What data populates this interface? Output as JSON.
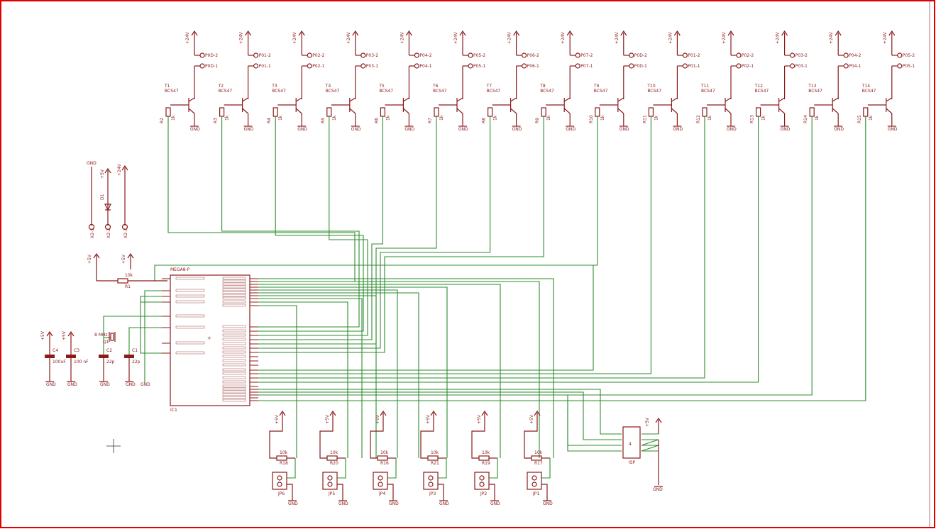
{
  "colors": {
    "border": "#e00000",
    "symbol": "#8b1a1a",
    "wire": "#2e8b2e",
    "background": "#ffffff"
  },
  "transistors": [
    {
      "ref": "T1",
      "value": "BCS47",
      "res": "R2",
      "res_val": "1k",
      "out_a": "P0D-2",
      "out_b": "P0D-1"
    },
    {
      "ref": "T2",
      "value": "BCS47",
      "res": "R3",
      "res_val": "1k",
      "out_a": "P01-2",
      "out_b": "P01-1"
    },
    {
      "ref": "T3",
      "value": "BCS47",
      "res": "R4",
      "res_val": "1k",
      "out_a": "P02-2",
      "out_b": "P02-1"
    },
    {
      "ref": "T4",
      "value": "BCS47",
      "res": "R5",
      "res_val": "1k",
      "out_a": "P03-2",
      "out_b": "P03-1"
    },
    {
      "ref": "T5",
      "value": "BCS47",
      "res": "R6",
      "res_val": "1k",
      "out_a": "P04-2",
      "out_b": "P04-1"
    },
    {
      "ref": "T6",
      "value": "BCS47",
      "res": "R7",
      "res_val": "1k",
      "out_a": "P05-2",
      "out_b": "P05-1"
    },
    {
      "ref": "T7",
      "value": "BCS47",
      "res": "R8",
      "res_val": "1k",
      "out_a": "P06-2",
      "out_b": "P06-1"
    },
    {
      "ref": "T8",
      "value": "BCS47",
      "res": "R9",
      "res_val": "1k",
      "out_a": "P07-2",
      "out_b": "P07-1"
    },
    {
      "ref": "T9",
      "value": "BCS47",
      "res": "R10",
      "res_val": "1k",
      "out_a": "P0D-2",
      "out_b": "P0D-1"
    },
    {
      "ref": "T10",
      "value": "BCS47",
      "res": "R11",
      "res_val": "1k",
      "out_a": "P01-2",
      "out_b": "P01-1"
    },
    {
      "ref": "T11",
      "value": "BCS47",
      "res": "R12",
      "res_val": "1k",
      "out_a": "P02-2",
      "out_b": "P02-1"
    },
    {
      "ref": "T12",
      "value": "BCS47",
      "res": "R13",
      "res_val": "1k",
      "out_a": "P03-2",
      "out_b": "P03-1"
    },
    {
      "ref": "T13",
      "value": "BCS47",
      "res": "R14",
      "res_val": "1k",
      "out_a": "P04-2",
      "out_b": "P04-1"
    },
    {
      "ref": "T14",
      "value": "BCS47",
      "res": "R15",
      "res_val": "1k",
      "out_a": "P05-2",
      "out_b": "P05-1"
    }
  ],
  "supply_24v": "+24V",
  "supply_5v": "+5V",
  "gnd": "GND",
  "mcu": {
    "ref": "IC1",
    "name": "MEGA8-P",
    "plus": "+"
  },
  "reset_res": {
    "ref": "R1",
    "value": "10k"
  },
  "crystal": {
    "ref": "Q1",
    "value": "8 MHz"
  },
  "caps": [
    {
      "ref": "C4",
      "value": "100uF"
    },
    {
      "ref": "C3",
      "value": "100 nF"
    },
    {
      "ref": "C2",
      "value": "22p"
    },
    {
      "ref": "C1",
      "value": "22p"
    }
  ],
  "power_in": {
    "ref": "D1",
    "pins": [
      "X2-1",
      "X2-2",
      "X2-3"
    ]
  },
  "jumpers": [
    {
      "ref": "JP6",
      "res": "R18",
      "res_val": "10k"
    },
    {
      "ref": "JP5",
      "res": "R20",
      "res_val": "10k"
    },
    {
      "ref": "JP4",
      "res": "R16",
      "res_val": "10k"
    },
    {
      "ref": "JP3",
      "res": "R21",
      "res_val": "10k"
    },
    {
      "ref": "JP2",
      "res": "R19",
      "res_val": "10k"
    },
    {
      "ref": "JP1",
      "res": "R17",
      "res_val": "10k"
    }
  ],
  "isp": {
    "ref": "ISP"
  }
}
